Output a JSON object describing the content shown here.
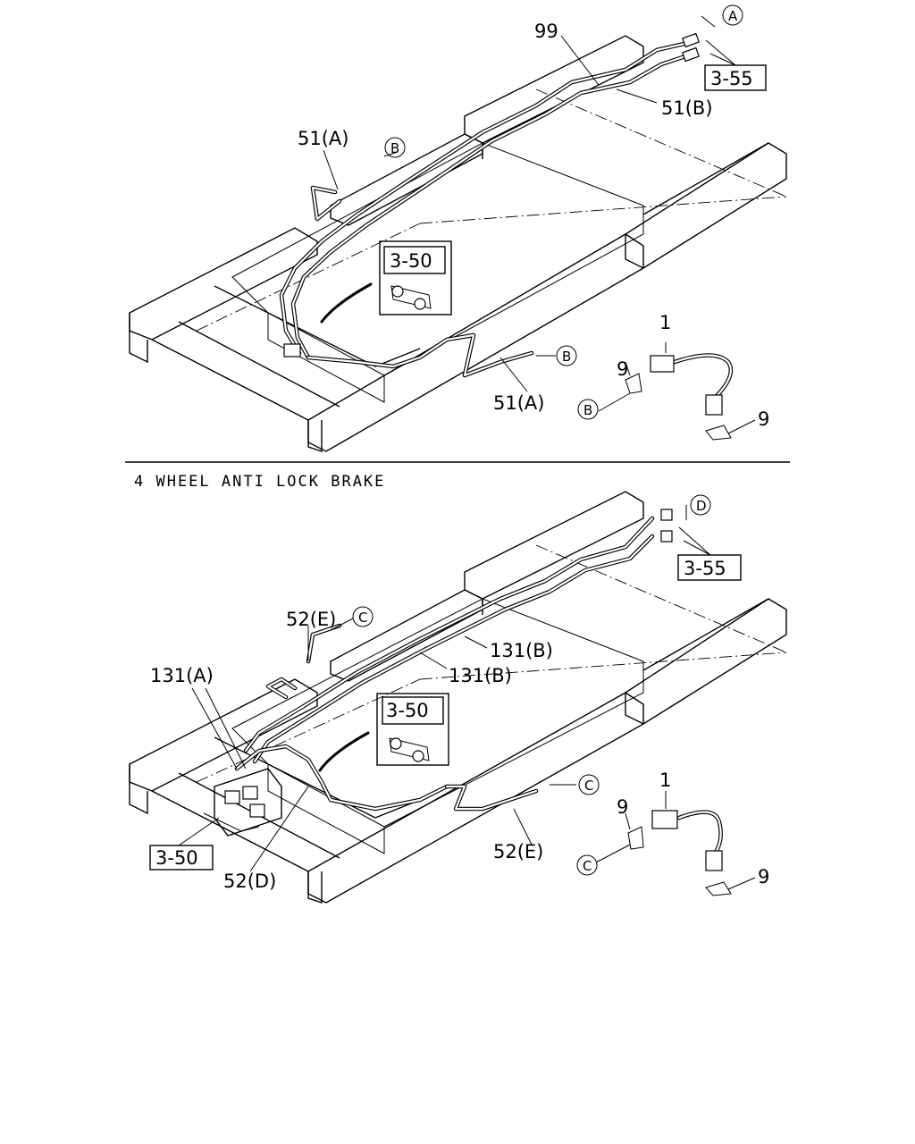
{
  "section_title": "4 WHEEL ANTI LOCK BRAKE",
  "top": {
    "callouts": {
      "c99": "99",
      "c51b": "51(B)",
      "c51a_top": "51(A)",
      "c51a_bottom": "51(A)",
      "c1": "1",
      "c9a": "9",
      "c9b": "9"
    },
    "circles": {
      "a": "A",
      "b1": "B",
      "b2": "B",
      "b3": "B"
    },
    "refs": {
      "r355": "3-55",
      "r350": "3-50"
    }
  },
  "bottom": {
    "callouts": {
      "c52e_top": "52(E)",
      "c131b_1": "131(B)",
      "c131b_2": "131(B)",
      "c131a": "131(A)",
      "c52e_bottom": "52(E)",
      "c52d": "52(D)",
      "c1": "1",
      "c9a": "9",
      "c9b": "9"
    },
    "circles": {
      "d": "D",
      "c1": "C",
      "c2": "C",
      "c3": "C"
    },
    "refs": {
      "r355": "3-55",
      "r350_inset": "3-50",
      "r350_left": "3-50"
    }
  }
}
